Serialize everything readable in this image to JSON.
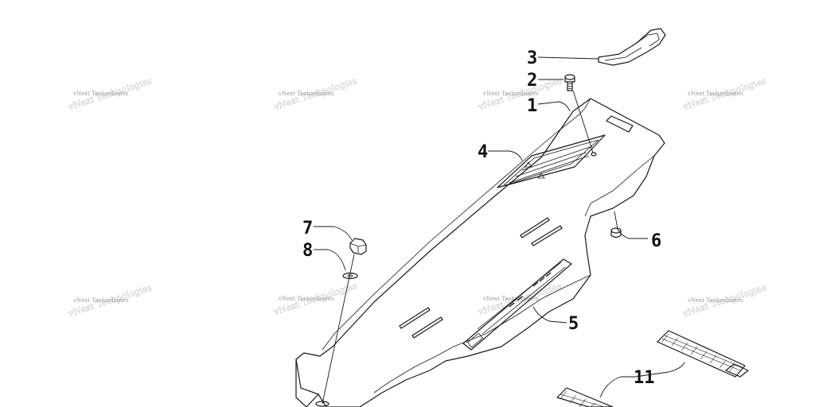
{
  "watermark": {
    "text": "vNext Technologies"
  },
  "callouts": [
    {
      "id": "1",
      "label": "1"
    },
    {
      "id": "2",
      "label": "2"
    },
    {
      "id": "3",
      "label": "3"
    },
    {
      "id": "4",
      "label": "4"
    },
    {
      "id": "5",
      "label": "5"
    },
    {
      "id": "6",
      "label": "6"
    },
    {
      "id": "7",
      "label": "7"
    },
    {
      "id": "8",
      "label": "8"
    },
    {
      "id": "11",
      "label": "11"
    }
  ]
}
